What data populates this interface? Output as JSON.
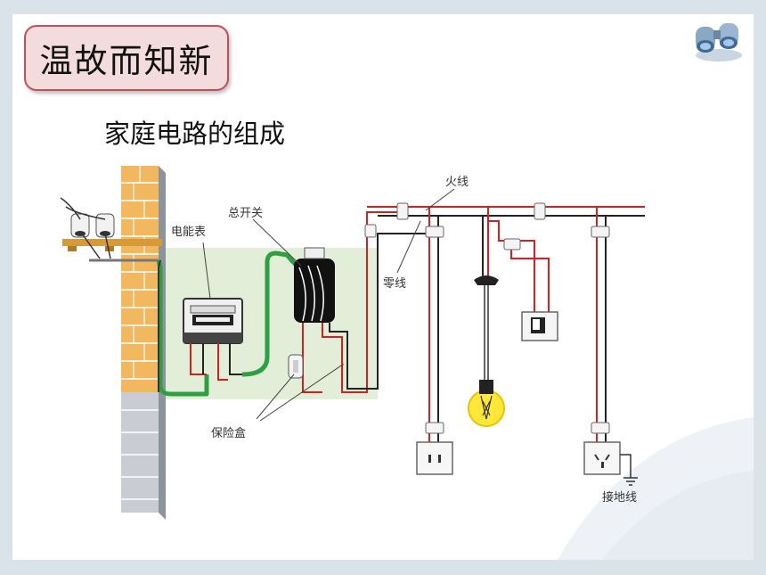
{
  "slide": {
    "title": "温故而知新",
    "subtitle": "家庭电路的组成"
  },
  "diagram": {
    "labels": {
      "live_wire": "火线",
      "main_switch": "总开关",
      "meter": "电能表",
      "neutral_wire": "零线",
      "fuse_box": "保险盒",
      "ground_wire": "接地线"
    }
  },
  "colors": {
    "live": "#d42020",
    "neutral": "#222222",
    "service_wire": "#2ea043",
    "brick": "#f2b860",
    "title_border": "#c0505b",
    "title_fill": "#f4dcdc"
  },
  "icons": [
    "binoculars-icon",
    "wall-insulator-icon",
    "light-bulb-icon",
    "wall-switch-icon",
    "two-pin-socket-icon",
    "three-pin-socket-icon",
    "ground-symbol-icon"
  ]
}
